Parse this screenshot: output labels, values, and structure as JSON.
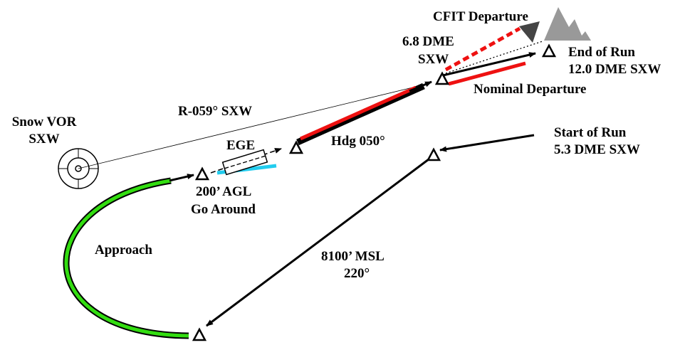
{
  "labels": {
    "vor_line1": "Snow VOR",
    "vor_line2": "SXW",
    "radial": "R-059° SXW",
    "ege": "EGE",
    "hdg": "Hdg 050°",
    "dme68_line1": "6.8 DME",
    "dme68_line2": "SXW",
    "cfit": "CFIT Departure",
    "nominal": "Nominal Departure",
    "end_line1": "End of Run",
    "end_line2": "12.0 DME SXW",
    "start_line1": "Start of Run",
    "start_line2": "5.3 DME SXW",
    "agl_line1": "200’ AGL",
    "agl_line2": "Go Around",
    "approach": "Approach",
    "msl_line1": "8100’ MSL",
    "msl_line2": "220°"
  },
  "colors": {
    "approach_path": "#33dd11",
    "segment_red": "#ee1111",
    "go_around_cyan": "#22ccee",
    "terrain": "#999999",
    "cfit_arrow": "#444444"
  },
  "icons": [
    "vor-station-icon",
    "waypoint-triangle-icon",
    "terrain-mountain-icon",
    "arrowhead-icon"
  ]
}
